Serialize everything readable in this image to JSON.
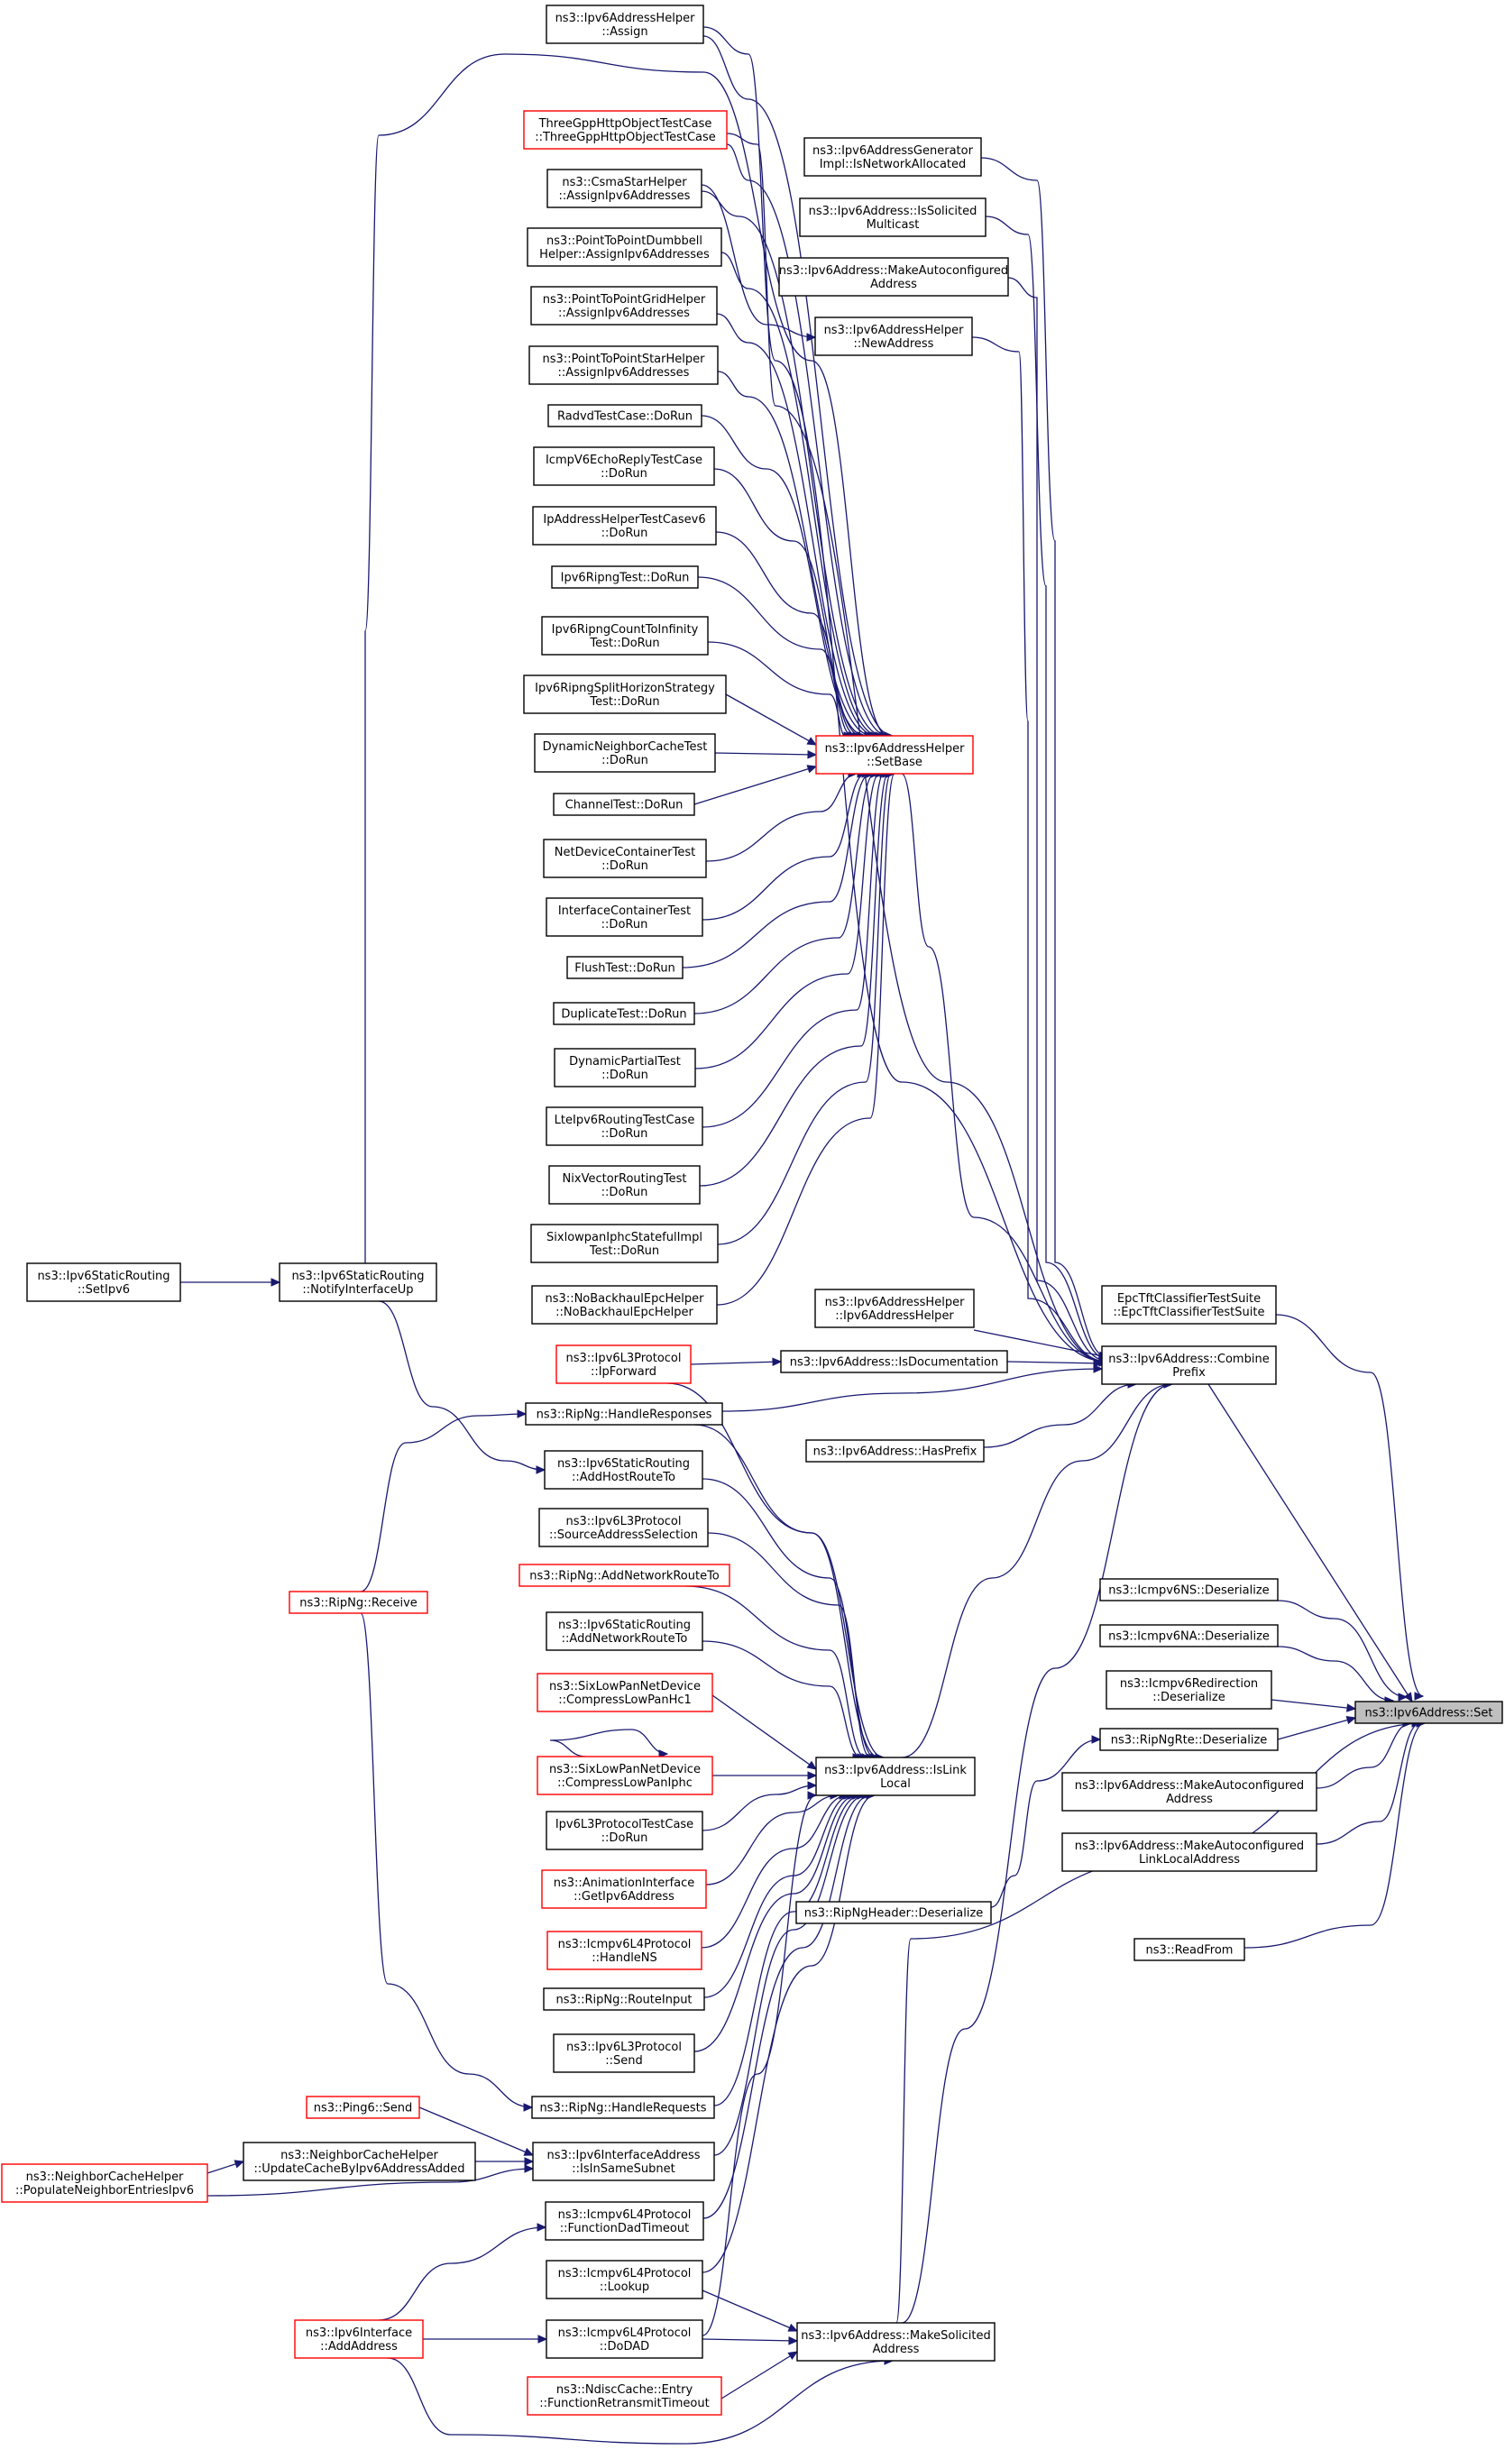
{
  "diagram": {
    "type": "call-graph",
    "target": "ns3::Ipv6Address::Set",
    "nodes": [
      {
        "id": "set",
        "lines": [
          "ns3::Ipv6Address::Set"
        ],
        "style": "grey"
      },
      {
        "id": "combine",
        "lines": [
          "ns3::Ipv6Address::Combine",
          "Prefix"
        ],
        "style": "black"
      },
      {
        "id": "setbase",
        "lines": [
          "ns3::Ipv6AddressHelper",
          "::SetBase"
        ],
        "style": "red"
      },
      {
        "id": "islinklocal",
        "lines": [
          "ns3::Ipv6Address::IsLink",
          "Local"
        ],
        "style": "black"
      },
      {
        "id": "makesol",
        "lines": [
          "ns3::Ipv6Address::MakeSolicited",
          "Address"
        ],
        "style": "black"
      },
      {
        "id": "assign",
        "lines": [
          "ns3::Ipv6AddressHelper",
          "::Assign"
        ],
        "style": "black"
      },
      {
        "id": "threegpp",
        "lines": [
          "ThreeGppHttpObjectTestCase",
          "::ThreeGppHttpObjectTestCase"
        ],
        "style": "red"
      },
      {
        "id": "csmastar",
        "lines": [
          "ns3::CsmaStarHelper",
          "::AssignIpv6Addresses"
        ],
        "style": "black"
      },
      {
        "id": "p2pdumbbell",
        "lines": [
          "ns3::PointToPointDumbbell",
          "Helper::AssignIpv6Addresses"
        ],
        "style": "black"
      },
      {
        "id": "p2pgrid",
        "lines": [
          "ns3::PointToPointGridHelper",
          "::AssignIpv6Addresses"
        ],
        "style": "black"
      },
      {
        "id": "p2pstar",
        "lines": [
          "ns3::PointToPointStarHelper",
          "::AssignIpv6Addresses"
        ],
        "style": "black"
      },
      {
        "id": "radvd",
        "lines": [
          "RadvdTestCase::DoRun"
        ],
        "style": "black"
      },
      {
        "id": "icmpecho",
        "lines": [
          "IcmpV6EchoReplyTestCase",
          "::DoRun"
        ],
        "style": "black"
      },
      {
        "id": "ipaddrhelper",
        "lines": [
          "IpAddressHelperTestCasev6",
          "::DoRun"
        ],
        "style": "black"
      },
      {
        "id": "ripngtest",
        "lines": [
          "Ipv6RipngTest::DoRun"
        ],
        "style": "black"
      },
      {
        "id": "ripngcount",
        "lines": [
          "Ipv6RipngCountToInfinity",
          "Test::DoRun"
        ],
        "style": "black"
      },
      {
        "id": "ripngsplit",
        "lines": [
          "Ipv6RipngSplitHorizonStrategy",
          "Test::DoRun"
        ],
        "style": "black"
      },
      {
        "id": "dynneigh",
        "lines": [
          "DynamicNeighborCacheTest",
          "::DoRun"
        ],
        "style": "black"
      },
      {
        "id": "channeltest",
        "lines": [
          "ChannelTest::DoRun"
        ],
        "style": "black"
      },
      {
        "id": "netdevcont",
        "lines": [
          "NetDeviceContainerTest",
          "::DoRun"
        ],
        "style": "black"
      },
      {
        "id": "ifacecont",
        "lines": [
          "InterfaceContainerTest",
          "::DoRun"
        ],
        "style": "black"
      },
      {
        "id": "flushtest",
        "lines": [
          "FlushTest::DoRun"
        ],
        "style": "black"
      },
      {
        "id": "duptest",
        "lines": [
          "DuplicateTest::DoRun"
        ],
        "style": "black"
      },
      {
        "id": "dynpartial",
        "lines": [
          "DynamicPartialTest",
          "::DoRun"
        ],
        "style": "black"
      },
      {
        "id": "lteipv6",
        "lines": [
          "LteIpv6RoutingTestCase",
          "::DoRun"
        ],
        "style": "black"
      },
      {
        "id": "nixvector",
        "lines": [
          "NixVectorRoutingTest",
          "::DoRun"
        ],
        "style": "black"
      },
      {
        "id": "sixlowpanstateful",
        "lines": [
          "SixlowpanIphcStatefulImpl",
          "Test::DoRun"
        ],
        "style": "black"
      },
      {
        "id": "nobackhaul",
        "lines": [
          "ns3::NoBackhaulEpcHelper",
          "::NoBackhaulEpcHelper"
        ],
        "style": "black"
      },
      {
        "id": "netalloc",
        "lines": [
          "ns3::Ipv6AddressGenerator",
          "Impl::IsNetworkAllocated"
        ],
        "style": "black"
      },
      {
        "id": "issolicited",
        "lines": [
          "ns3::Ipv6Address::IsSolicited",
          "Multicast"
        ],
        "style": "black"
      },
      {
        "id": "makeautoconf1",
        "lines": [
          "ns3::Ipv6Address::MakeAutoconfigured",
          "Address"
        ],
        "style": "black"
      },
      {
        "id": "newaddress",
        "lines": [
          "ns3::Ipv6AddressHelper",
          "::NewAddress"
        ],
        "style": "black"
      },
      {
        "id": "ipv6addrhelper",
        "lines": [
          "ns3::Ipv6AddressHelper",
          "::Ipv6AddressHelper"
        ],
        "style": "black"
      },
      {
        "id": "isdoc",
        "lines": [
          "ns3::Ipv6Address::IsDocumentation"
        ],
        "style": "black"
      },
      {
        "id": "hasprefix",
        "lines": [
          "ns3::Ipv6Address::HasPrefix"
        ],
        "style": "black"
      },
      {
        "id": "ipforward",
        "lines": [
          "ns3::Ipv6L3Protocol",
          "::IpForward"
        ],
        "style": "red"
      },
      {
        "id": "handleresp",
        "lines": [
          "ns3::RipNg::HandleResponses"
        ],
        "style": "black"
      },
      {
        "id": "addhostroute",
        "lines": [
          "ns3::Ipv6StaticRouting",
          "::AddHostRouteTo"
        ],
        "style": "black"
      },
      {
        "id": "srcaddrsel",
        "lines": [
          "ns3::Ipv6L3Protocol",
          "::SourceAddressSelection"
        ],
        "style": "black"
      },
      {
        "id": "ripngaddnet",
        "lines": [
          "ns3::RipNg::AddNetworkRouteTo"
        ],
        "style": "red"
      },
      {
        "id": "staticaddnet",
        "lines": [
          "ns3::Ipv6StaticRouting",
          "::AddNetworkRouteTo"
        ],
        "style": "black"
      },
      {
        "id": "compresshc1",
        "lines": [
          "ns3::SixLowPanNetDevice",
          "::CompressLowPanHc1"
        ],
        "style": "red"
      },
      {
        "id": "compressiphc",
        "lines": [
          "ns3::SixLowPanNetDevice",
          "::CompressLowPanIphc"
        ],
        "style": "red"
      },
      {
        "id": "ipv6l3test",
        "lines": [
          "Ipv6L3ProtocolTestCase",
          "::DoRun"
        ],
        "style": "black"
      },
      {
        "id": "animgetipv6",
        "lines": [
          "ns3::AnimationInterface",
          "::GetIpv6Address"
        ],
        "style": "red"
      },
      {
        "id": "handlens",
        "lines": [
          "ns3::Icmpv6L4Protocol",
          "::HandleNS"
        ],
        "style": "red"
      },
      {
        "id": "routeinput",
        "lines": [
          "ns3::RipNg::RouteInput"
        ],
        "style": "black"
      },
      {
        "id": "ipv6send",
        "lines": [
          "ns3::Ipv6L3Protocol",
          "::Send"
        ],
        "style": "black"
      },
      {
        "id": "handlereq",
        "lines": [
          "ns3::RipNg::HandleRequests"
        ],
        "style": "black"
      },
      {
        "id": "isinsamesubnet",
        "lines": [
          "ns3::Ipv6InterfaceAddress",
          "::IsInSameSubnet"
        ],
        "style": "black"
      },
      {
        "id": "funcdad",
        "lines": [
          "ns3::Icmpv6L4Protocol",
          "::FunctionDadTimeout"
        ],
        "style": "black"
      },
      {
        "id": "lookup",
        "lines": [
          "ns3::Icmpv6L4Protocol",
          "::Lookup"
        ],
        "style": "black"
      },
      {
        "id": "dodad",
        "lines": [
          "ns3::Icmpv6L4Protocol",
          "::DoDAD"
        ],
        "style": "black"
      },
      {
        "id": "funcretrans",
        "lines": [
          "ns3::NdiscCache::Entry",
          "::FunctionRetransmitTimeout"
        ],
        "style": "red"
      },
      {
        "id": "ping6send",
        "lines": [
          "ns3::Ping6::Send"
        ],
        "style": "red"
      },
      {
        "id": "updatecache",
        "lines": [
          "ns3::NeighborCacheHelper",
          "::UpdateCacheByIpv6AddressAdded"
        ],
        "style": "black"
      },
      {
        "id": "populate",
        "lines": [
          "ns3::NeighborCacheHelper",
          "::PopulateNeighborEntriesIpv6"
        ],
        "style": "red"
      },
      {
        "id": "ripngreceive",
        "lines": [
          "ns3::RipNg::Receive"
        ],
        "style": "red"
      },
      {
        "id": "notifyup",
        "lines": [
          "ns3::Ipv6StaticRouting",
          "::NotifyInterfaceUp"
        ],
        "style": "black"
      },
      {
        "id": "setipv6",
        "lines": [
          "ns3::Ipv6StaticRouting",
          "::SetIpv6"
        ],
        "style": "black"
      },
      {
        "id": "ipv6ifaceadd",
        "lines": [
          "ns3::Ipv6Interface",
          "::AddAddress"
        ],
        "style": "red"
      },
      {
        "id": "epctft",
        "lines": [
          "EpcTftClassifierTestSuite",
          "::EpcTftClassifierTestSuite"
        ],
        "style": "black"
      },
      {
        "id": "icmpns",
        "lines": [
          "ns3::Icmpv6NS::Deserialize"
        ],
        "style": "black"
      },
      {
        "id": "icmpna",
        "lines": [
          "ns3::Icmpv6NA::Deserialize"
        ],
        "style": "black"
      },
      {
        "id": "icmpredir",
        "lines": [
          "ns3::Icmpv6Redirection",
          "::Deserialize"
        ],
        "style": "black"
      },
      {
        "id": "ripngrte",
        "lines": [
          "ns3::RipNgRte::Deserialize"
        ],
        "style": "black"
      },
      {
        "id": "makeautoconf2",
        "lines": [
          "ns3::Ipv6Address::MakeAutoconfigured",
          "Address"
        ],
        "style": "black"
      },
      {
        "id": "makeautoconfll",
        "lines": [
          "ns3::Ipv6Address::MakeAutoconfigured",
          "LinkLocalAddress"
        ],
        "style": "black"
      },
      {
        "id": "readfrom",
        "lines": [
          "ns3::ReadFrom"
        ],
        "style": "black"
      },
      {
        "id": "ripngheader",
        "lines": [
          "ns3::RipNgHeader::Deserialize"
        ],
        "style": "black"
      }
    ]
  }
}
